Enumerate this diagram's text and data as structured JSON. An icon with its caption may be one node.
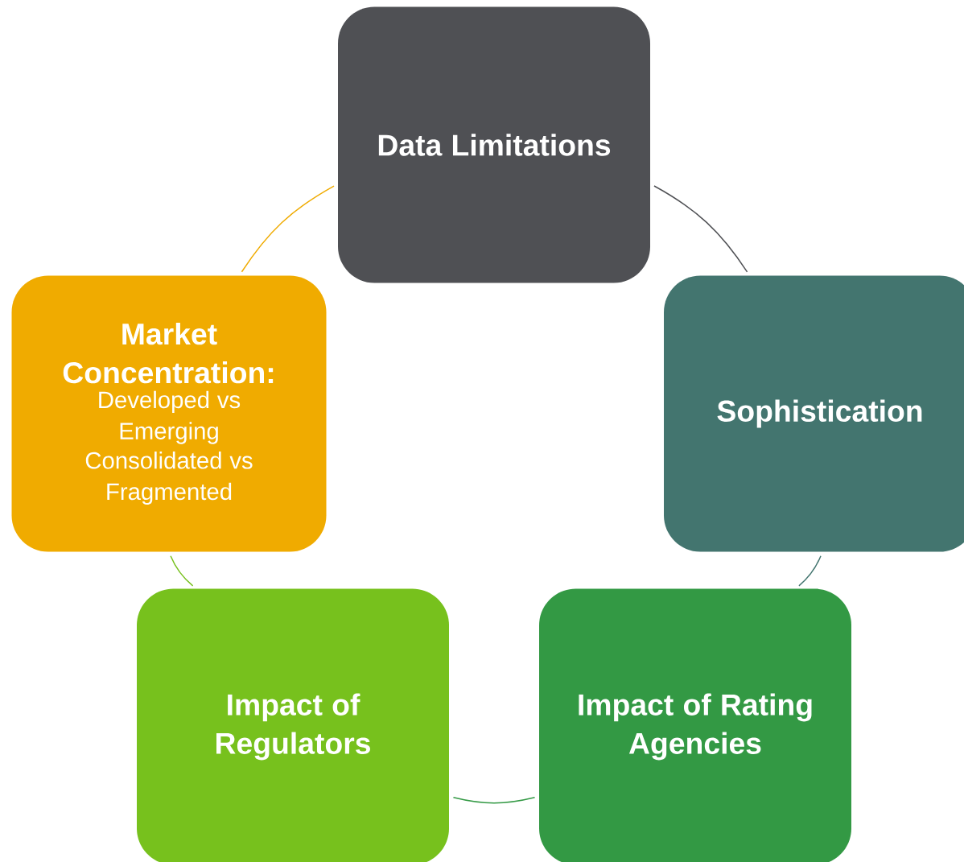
{
  "diagram": {
    "nodes": [
      {
        "text": [
          "Data Limitations"
        ]
      },
      {
        "text": [
          "Sophistication"
        ]
      },
      {
        "text": [
          "Impact of Rating Agencies"
        ]
      },
      {
        "text": [
          "Impact of Regulators"
        ]
      },
      {
        "text": [
          "Market Concentration:",
          "Developed vs Emerging",
          "Consolidated vs Fragmented"
        ]
      }
    ],
    "edges": [
      {
        "from": 0,
        "to": 1,
        "arrow": "none",
        "color": "#4f5054"
      },
      {
        "from": 1,
        "to": 2,
        "arrow": "none",
        "color": "#43756f"
      },
      {
        "from": 2,
        "to": 3,
        "arrow": "none",
        "color": "#339944"
      },
      {
        "from": 3,
        "to": 4,
        "arrow": "none",
        "color": "#77c11d"
      },
      {
        "from": 4,
        "to": 0,
        "arrow": "none",
        "color": "#f0ab00"
      }
    ]
  }
}
